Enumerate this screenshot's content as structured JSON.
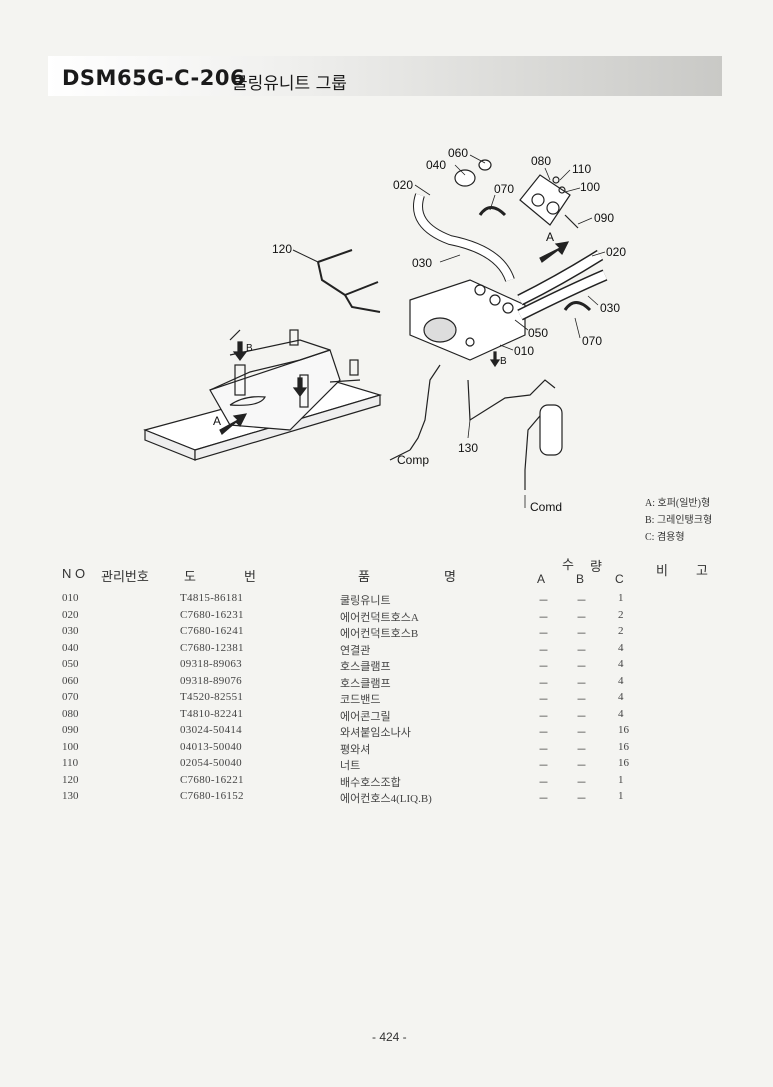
{
  "header": {
    "code": "DSM65G-C-206",
    "name": "쿨링유니트 그룹"
  },
  "callouts": {
    "c060": "060",
    "c040": "040",
    "c020a": "020",
    "c070a": "070",
    "c080": "080",
    "c110": "110",
    "c100": "100",
    "c090": "090",
    "c120": "120",
    "c030a": "030",
    "c020b": "020",
    "c030b": "030",
    "c050": "050",
    "c010": "010",
    "c070b": "070",
    "c130": "130",
    "arrowA_top": "A",
    "arrowA_bot": "A",
    "arrowB_left": "B",
    "arrowB_right": "B",
    "comp": "Comp",
    "comd": "Comd"
  },
  "legend": [
    "A: 호퍼(일반)형",
    "B: 그레인탱크형",
    "C: 겸용형"
  ],
  "table": {
    "headers": {
      "no": "N O",
      "mgmt": "관리번호",
      "drawing_1": "도",
      "drawing_2": "번",
      "name_1": "품",
      "name_2": "명",
      "qty_1": "수",
      "qty_2": "량",
      "qty_a": "A",
      "qty_b": "B",
      "qty_c": "C",
      "remarks_1": "비",
      "remarks_2": "고"
    },
    "rows": [
      {
        "no": "010",
        "drawing": "T4815-86181",
        "name": "쿨링유니트",
        "a": "－",
        "b": "－",
        "c": "1"
      },
      {
        "no": "020",
        "drawing": "C7680-16231",
        "name": "에어컨덕트호스A",
        "a": "－",
        "b": "－",
        "c": "2"
      },
      {
        "no": "030",
        "drawing": "C7680-16241",
        "name": "에어컨덕트호스B",
        "a": "－",
        "b": "－",
        "c": "2"
      },
      {
        "no": "040",
        "drawing": "C7680-12381",
        "name": "연결관",
        "a": "－",
        "b": "－",
        "c": "4"
      },
      {
        "no": "050",
        "drawing": "09318-89063",
        "name": "호스클램프",
        "a": "－",
        "b": "－",
        "c": "4"
      },
      {
        "no": "060",
        "drawing": "09318-89076",
        "name": "호스클램프",
        "a": "－",
        "b": "－",
        "c": "4"
      },
      {
        "no": "070",
        "drawing": "T4520-82551",
        "name": "코드밴드",
        "a": "－",
        "b": "－",
        "c": "4"
      },
      {
        "no": "080",
        "drawing": "T4810-82241",
        "name": "에어콘그릴",
        "a": "－",
        "b": "－",
        "c": "4"
      },
      {
        "no": "090",
        "drawing": "03024-50414",
        "name": "와셔붙임소나사",
        "a": "－",
        "b": "－",
        "c": "16"
      },
      {
        "no": "100",
        "drawing": "04013-50040",
        "name": "평와셔",
        "a": "－",
        "b": "－",
        "c": "16"
      },
      {
        "no": "110",
        "drawing": "02054-50040",
        "name": "너트",
        "a": "－",
        "b": "－",
        "c": "16"
      },
      {
        "no": "120",
        "drawing": "C7680-16221",
        "name": "배수호스조합",
        "a": "－",
        "b": "－",
        "c": "1"
      },
      {
        "no": "130",
        "drawing": "C7680-16152",
        "name": "에어컨호스4(LIQ.B)",
        "a": "－",
        "b": "－",
        "c": "1"
      }
    ]
  },
  "page_number": "- 424 -"
}
